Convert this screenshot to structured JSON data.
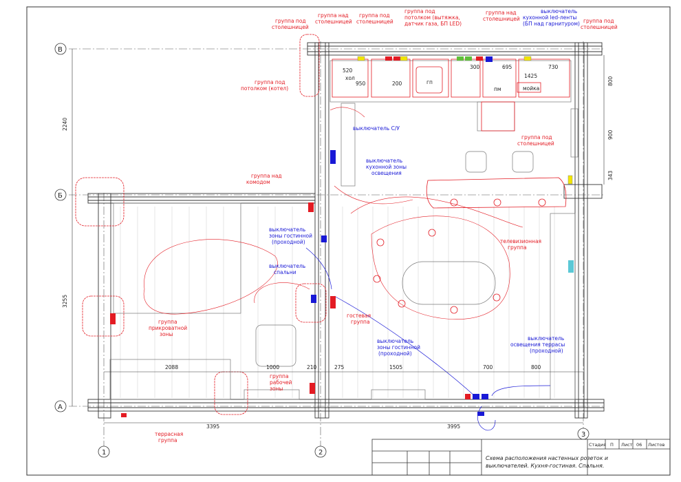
{
  "axes": {
    "B_top": "В",
    "B_mid": "Б",
    "A": "А",
    "n1": "1",
    "n2": "2",
    "n3": "3"
  },
  "dims": {
    "d2240": "2240",
    "d3255": "3255",
    "d2088": "2088",
    "d1000": "1000",
    "d210": "210",
    "d275": "275",
    "d1505": "1505",
    "d700": "700",
    "d800b": "800",
    "d3395": "3395",
    "d3995": "3995",
    "d800r": "800",
    "d900": "900",
    "d343": "343",
    "d520": "520",
    "d950": "950",
    "d200": "200",
    "d300": "300",
    "d695": "695",
    "d730": "730",
    "d1425": "1425"
  },
  "room_marks": {
    "hol": "хол",
    "gp": "гп",
    "pm": "пм",
    "moyka": "мойка"
  },
  "labels_red": {
    "l1": [
      "группа под",
      "столешницей"
    ],
    "l2": [
      "группа над",
      "столешницей"
    ],
    "l3": [
      "группа под",
      "столешницей"
    ],
    "l4": [
      "группа под",
      "потолком (вытяжка,",
      "датчик газа, БП LED)"
    ],
    "l5": [
      "группа над",
      "столешницей"
    ],
    "l6": [
      "группа под",
      "столешницей"
    ],
    "l7": [
      "группа под",
      "потолком (котел)"
    ],
    "l8": [
      "группа над",
      "комодом"
    ],
    "l9": [
      "группа под",
      "столешницей"
    ],
    "l10": [
      "телевизионная",
      "группа"
    ],
    "l11": [
      "гостевая",
      "группа"
    ],
    "l12": [
      "группа",
      "прикроватной",
      "зоны"
    ],
    "l13": [
      "группа",
      "рабочей",
      "зоны"
    ],
    "l14": [
      "террасная",
      "группа"
    ]
  },
  "labels_blue": {
    "b1": [
      "выключатель",
      "кухонной led-ленты",
      "(БП над гарнитуром)"
    ],
    "b2": [
      "выключатель С/У"
    ],
    "b3": [
      "выключатель",
      "кухонной зоны",
      "освещения"
    ],
    "b4": [
      "выключатель",
      "зоны гостинной",
      "(проходной)"
    ],
    "b5": [
      "выключатель",
      "спальни"
    ],
    "b6": [
      "выключатель",
      "зоны гостинной",
      "(проходной)"
    ],
    "b7": [
      "выключатель",
      "освещения террасы",
      "(проходной)"
    ]
  },
  "title_block": {
    "stage_label": "Стадия",
    "stage": "П",
    "sheet_label": "Лист",
    "sheet": "06",
    "sheets_label": "Листов",
    "title_line1": "Схема расположения настенных розеток и",
    "title_line2": "выключателей. Кухня-гостиная. Спальня."
  },
  "colors": {
    "red": "#e31b23",
    "blue": "#1818d6",
    "green": "#5fbf3a",
    "yellow": "#f2e600",
    "cyan": "#5bc8d6",
    "line": "#333333"
  }
}
